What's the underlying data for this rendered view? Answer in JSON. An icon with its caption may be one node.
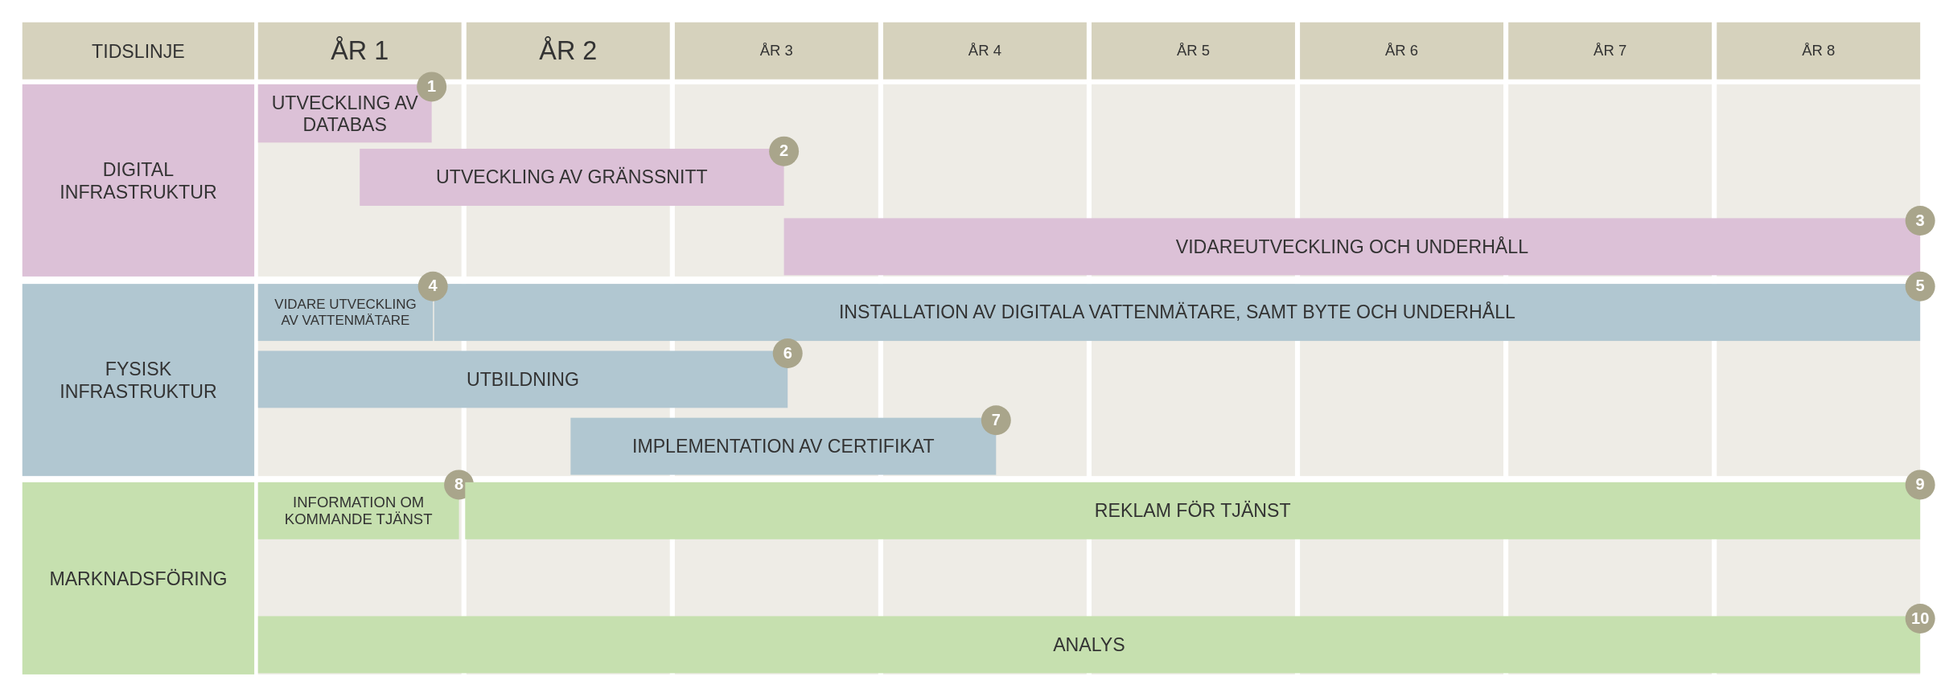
{
  "diagram": {
    "nodes": [
      {
        "text": [
          "DIGITAL INFRASTRUKTUR"
        ]
      },
      {
        "text": [
          "UTVECKLING AV DATABAS",
          "1"
        ]
      },
      {
        "text": [
          "UTVECKLING AV GRÄNSSNITT",
          "2"
        ]
      },
      {
        "text": [
          "VIDAREUTVECKLING OCH UNDERHÅLL",
          "3"
        ]
      },
      {
        "text": [
          "FYSISK INFRASTRUKTUR"
        ]
      },
      {
        "text": [
          "VIDARE UTVECKLING AV VATTENMÄTARE",
          "4"
        ]
      },
      {
        "text": [
          "INSTALLATION AV DIGITALA VATTENMÄTARE, SAMT BYTE OCH UNDERHÅLL",
          "5"
        ]
      },
      {
        "text": [
          "UTBILDNING",
          "6"
        ]
      },
      {
        "text": [
          "IMPLEMENTATION AV CERTIFIKAT",
          "7"
        ]
      },
      {
        "text": [
          "MARKNADSFÖRING"
        ]
      },
      {
        "text": [
          "INFORMATION OM KOMMANDE TJÄNST",
          "8"
        ]
      },
      {
        "text": [
          "REKLAM FÖR TJÄNST",
          "9"
        ]
      },
      {
        "text": [
          "ANALYS",
          "10"
        ]
      }
    ],
    "labels": [
      "TIDSLINJE",
      "ÅR 1",
      "ÅR 2",
      "ÅR 3",
      "ÅR 4",
      "ÅR 5",
      "ÅR 6",
      "ÅR 7",
      "ÅR 8"
    ]
  }
}
